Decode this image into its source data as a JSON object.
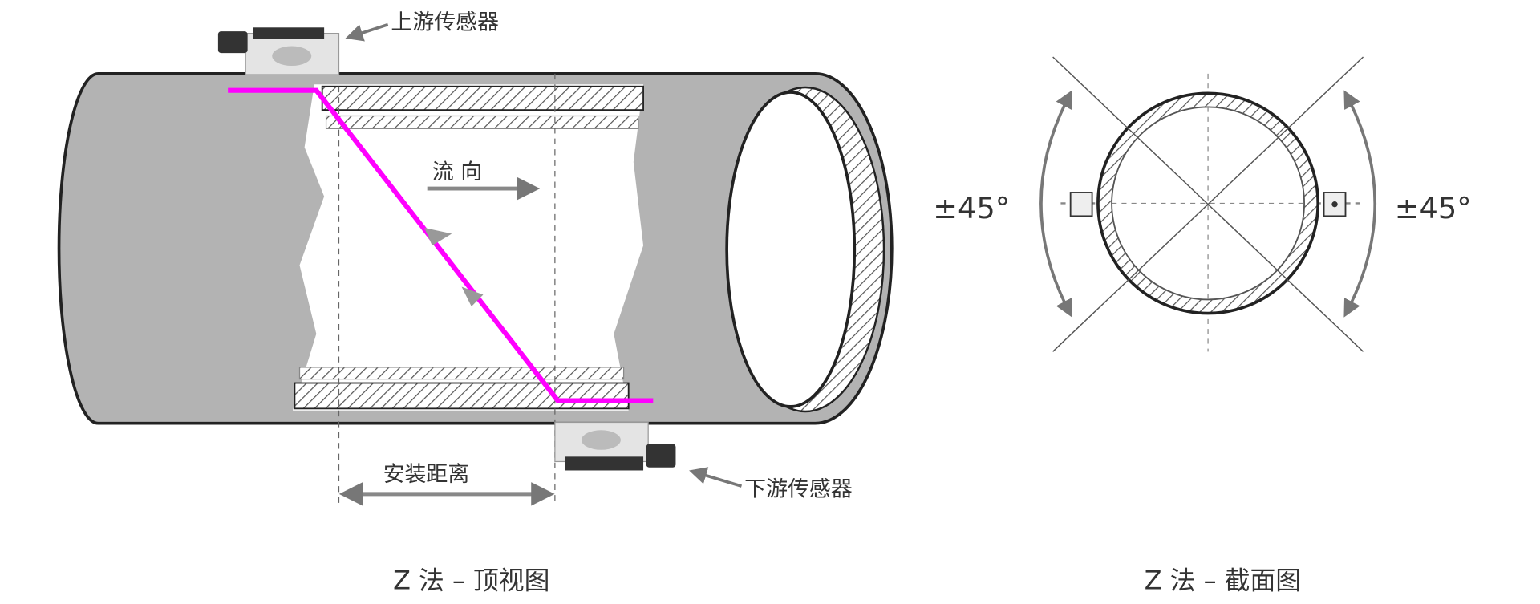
{
  "top_view": {
    "upstream_sensor_label": "上游传感器",
    "downstream_sensor_label": "下游传感器",
    "flow_direction_label": "流 向",
    "install_distance_label": "安装距离",
    "caption": "Z 法 – 顶视图"
  },
  "cross_section": {
    "angle_left_label": "±45°",
    "angle_right_label": "±45°",
    "caption": "Z 法 – 截面图"
  },
  "colors": {
    "signal_path": "#ff00ff",
    "pipe": "#b3b3b3",
    "outline": "#222222"
  }
}
